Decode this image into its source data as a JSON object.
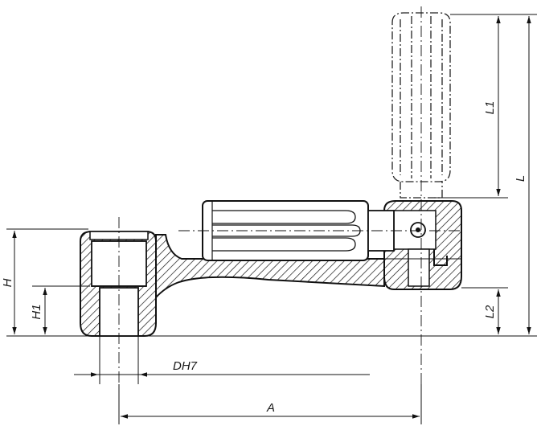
{
  "drawing": {
    "labels": {
      "L": "L",
      "L1": "L1",
      "L2": "L2",
      "H": "H",
      "H1": "H1",
      "DH7": "DH7",
      "A": "A"
    }
  }
}
